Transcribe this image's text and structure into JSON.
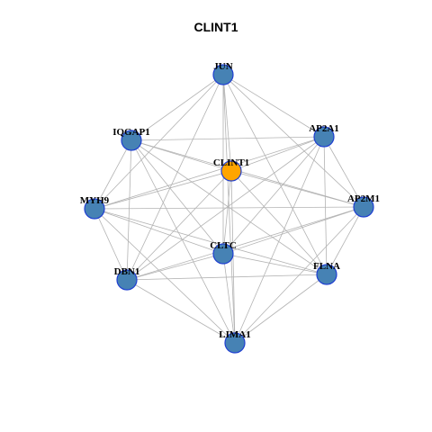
{
  "title": "CLINT1",
  "colors": {
    "hub": "#FFA500",
    "node": "#4682B4",
    "node_border": "#1F3FD1",
    "edge": "#B3B3B3"
  },
  "nodes": [
    {
      "id": "JUN",
      "label": "JUN",
      "hub": false
    },
    {
      "id": "AP2A1",
      "label": "AP2A1",
      "hub": false
    },
    {
      "id": "AP2M1",
      "label": "AP2M1",
      "hub": false
    },
    {
      "id": "FLNA",
      "label": "FLNA",
      "hub": false
    },
    {
      "id": "LIMA1",
      "label": "LIMA1",
      "hub": false
    },
    {
      "id": "DBN1",
      "label": "DBN1",
      "hub": false
    },
    {
      "id": "MYH9",
      "label": "MYH9",
      "hub": false
    },
    {
      "id": "IQGAP1",
      "label": "IQGAP1",
      "hub": false
    },
    {
      "id": "CLINT1",
      "label": "CLINT1",
      "hub": true
    },
    {
      "id": "CLTC",
      "label": "CLTC",
      "hub": false
    }
  ],
  "edges": [
    [
      "JUN",
      "AP2A1"
    ],
    [
      "JUN",
      "AP2M1"
    ],
    [
      "JUN",
      "FLNA"
    ],
    [
      "JUN",
      "LIMA1"
    ],
    [
      "JUN",
      "DBN1"
    ],
    [
      "JUN",
      "MYH9"
    ],
    [
      "JUN",
      "IQGAP1"
    ],
    [
      "JUN",
      "CLINT1"
    ],
    [
      "JUN",
      "CLTC"
    ],
    [
      "AP2A1",
      "AP2M1"
    ],
    [
      "AP2A1",
      "FLNA"
    ],
    [
      "AP2A1",
      "LIMA1"
    ],
    [
      "AP2A1",
      "DBN1"
    ],
    [
      "AP2A1",
      "MYH9"
    ],
    [
      "AP2A1",
      "IQGAP1"
    ],
    [
      "AP2A1",
      "CLINT1"
    ],
    [
      "AP2A1",
      "CLTC"
    ],
    [
      "AP2M1",
      "FLNA"
    ],
    [
      "AP2M1",
      "LIMA1"
    ],
    [
      "AP2M1",
      "DBN1"
    ],
    [
      "AP2M1",
      "MYH9"
    ],
    [
      "AP2M1",
      "IQGAP1"
    ],
    [
      "AP2M1",
      "CLINT1"
    ],
    [
      "AP2M1",
      "CLTC"
    ],
    [
      "FLNA",
      "LIMA1"
    ],
    [
      "FLNA",
      "DBN1"
    ],
    [
      "FLNA",
      "MYH9"
    ],
    [
      "FLNA",
      "IQGAP1"
    ],
    [
      "FLNA",
      "CLINT1"
    ],
    [
      "FLNA",
      "CLTC"
    ],
    [
      "LIMA1",
      "DBN1"
    ],
    [
      "LIMA1",
      "MYH9"
    ],
    [
      "LIMA1",
      "IQGAP1"
    ],
    [
      "LIMA1",
      "CLINT1"
    ],
    [
      "LIMA1",
      "CLTC"
    ],
    [
      "DBN1",
      "MYH9"
    ],
    [
      "DBN1",
      "IQGAP1"
    ],
    [
      "DBN1",
      "CLINT1"
    ],
    [
      "DBN1",
      "CLTC"
    ],
    [
      "MYH9",
      "IQGAP1"
    ],
    [
      "MYH9",
      "CLINT1"
    ],
    [
      "MYH9",
      "CLTC"
    ],
    [
      "IQGAP1",
      "CLINT1"
    ],
    [
      "IQGAP1",
      "CLTC"
    ],
    [
      "CLINT1",
      "CLTC"
    ]
  ]
}
